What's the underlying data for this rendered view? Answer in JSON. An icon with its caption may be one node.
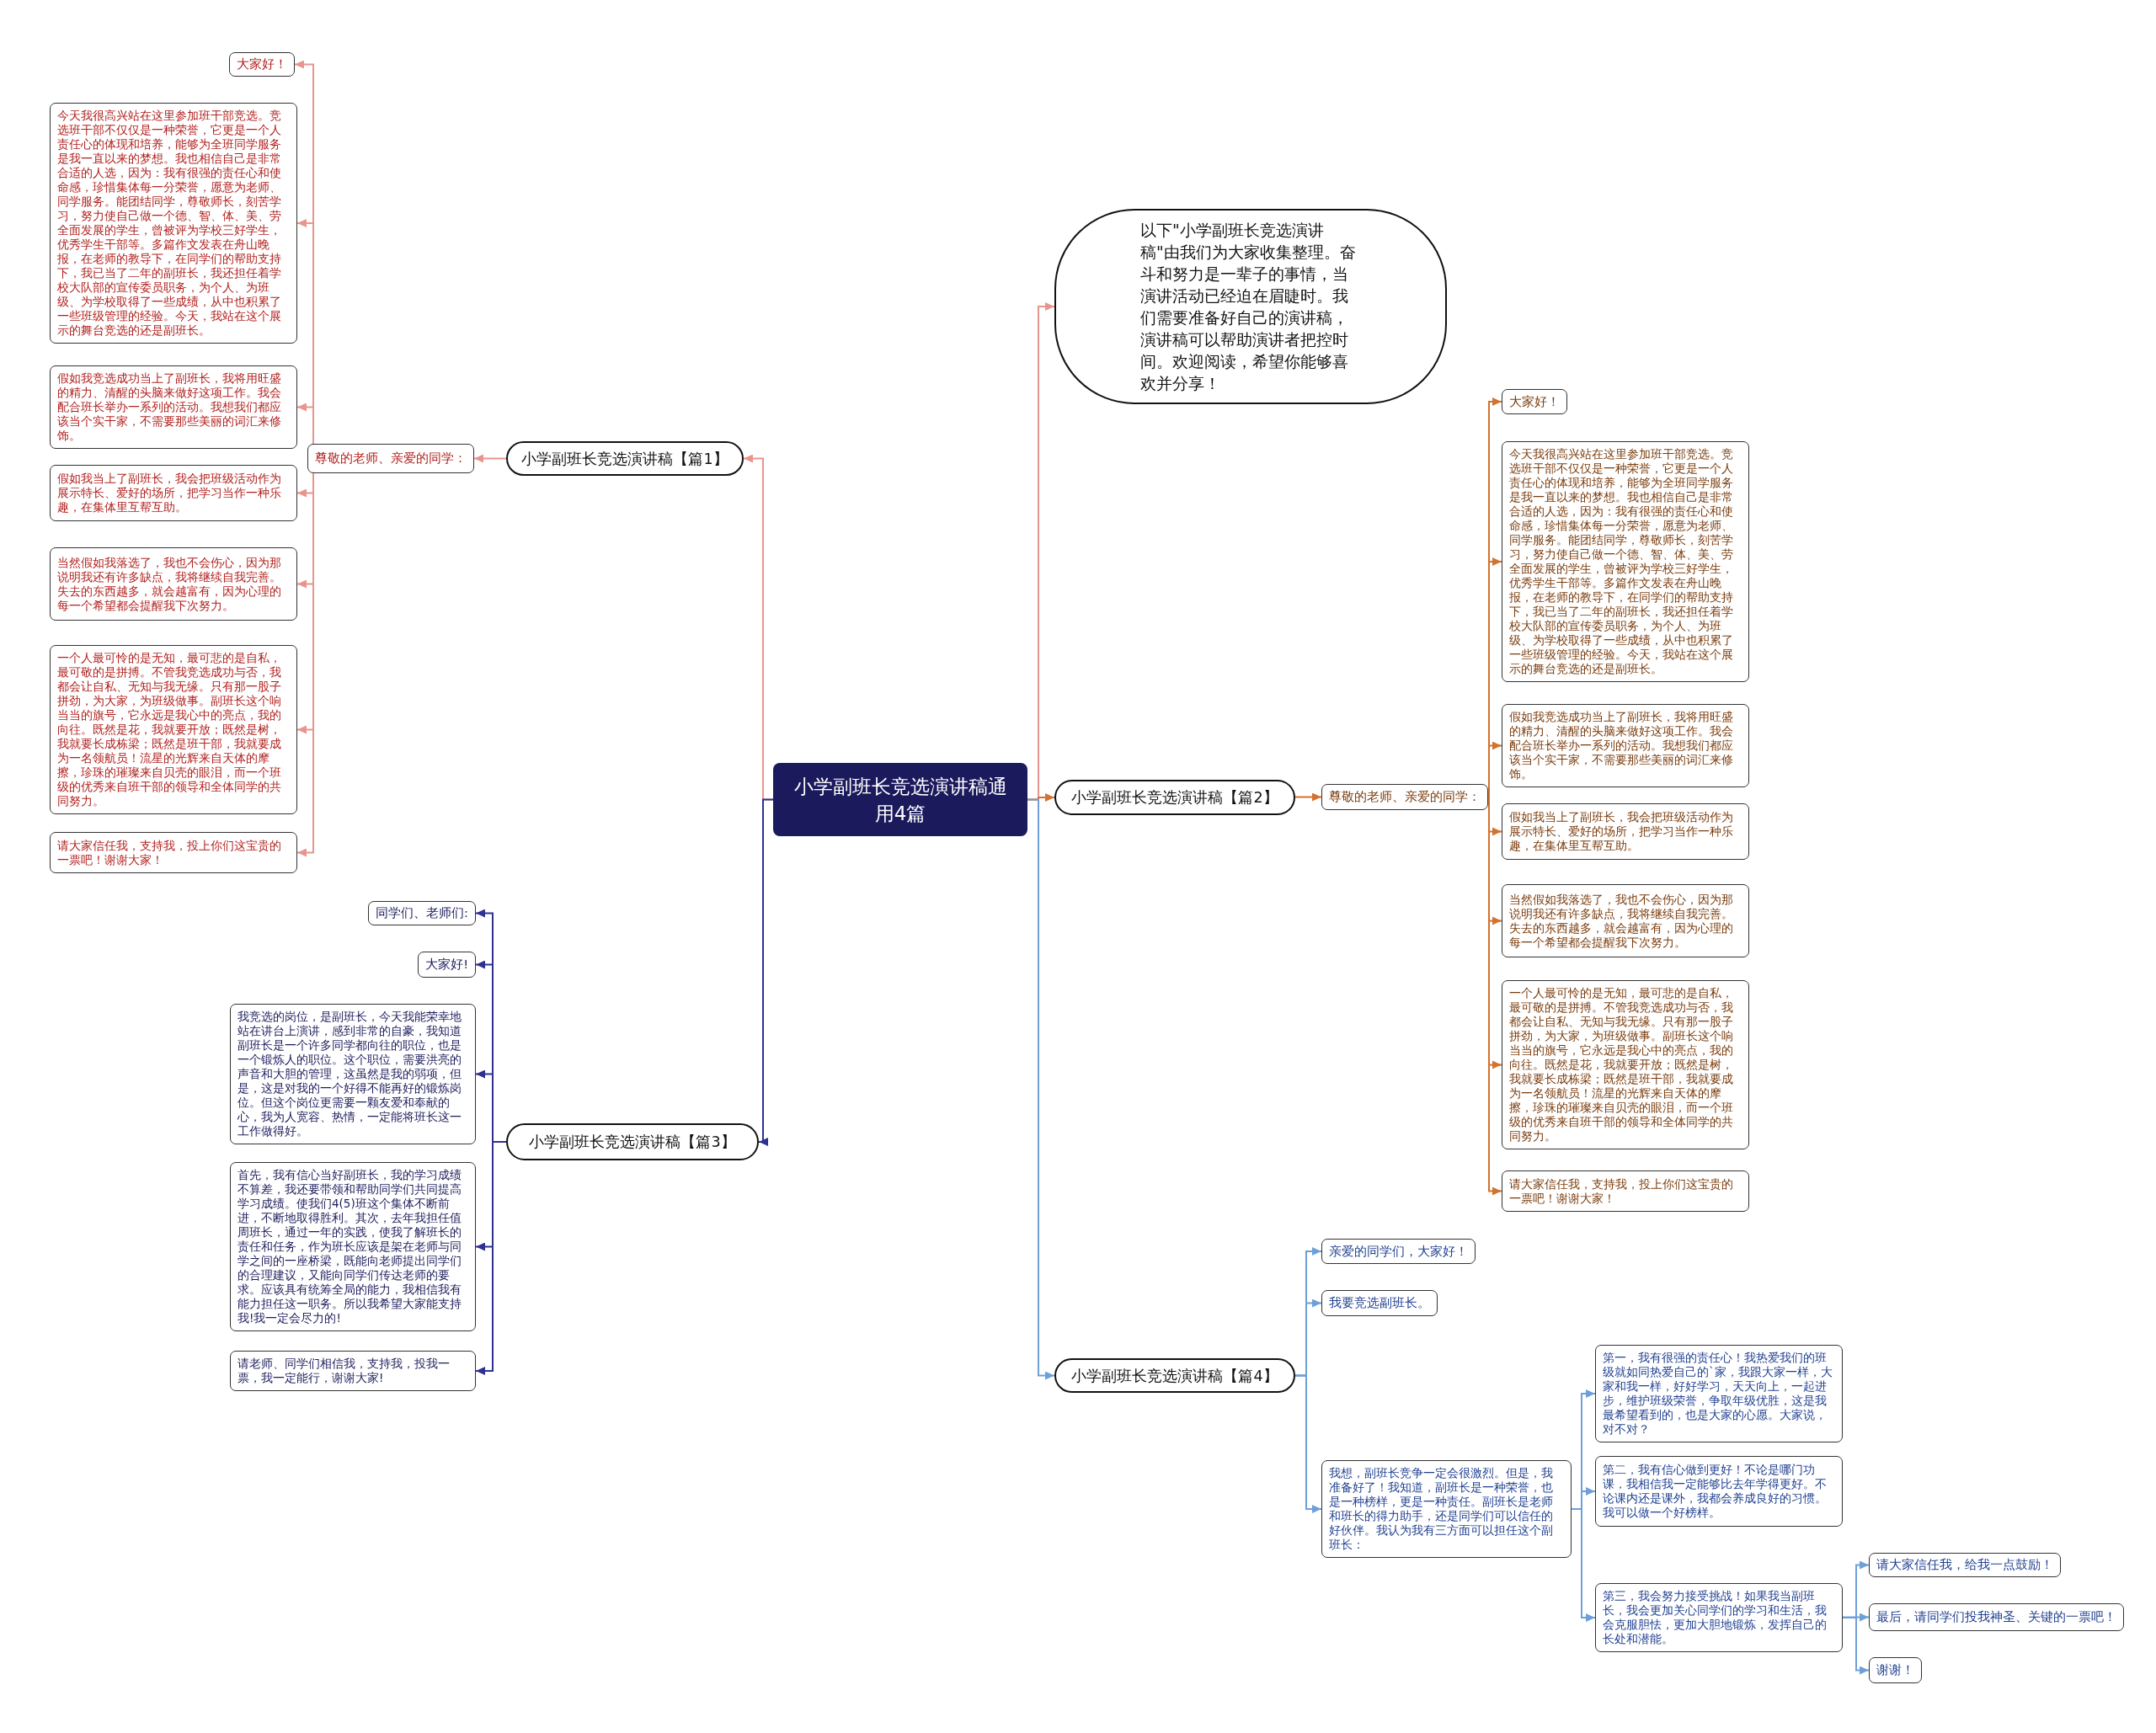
{
  "diagram": {
    "nodes": [
      {
        "text": [
          "小学副班长竞选演讲稿通用4篇"
        ]
      },
      {
        "text": [
          "以下\"小学副班长竞选演讲稿\"由我们为大家收集整理。奋斗和努力是一辈子的事情，当演讲活动已经迫在眉睫时。我们需要准备好自己的演讲稿，演讲稿可以帮助演讲者把控时间。欢迎阅读，希望你能够喜欢并分享！"
        ]
      },
      {
        "text": [
          "小学副班长竞选演讲稿【篇1】"
        ]
      },
      {
        "text": [
          "尊敬的老师、亲爱的同学："
        ]
      },
      {
        "text": [
          "大家好！"
        ]
      },
      {
        "text": [
          "今天我很高兴站在这里参加班干部竞选。竞选班干部不仅仅是一种荣誉，它更是一个人责任心的体现和培养，能够为全班同学服务是我一直以来的梦想。我也相信自己是非常合适的人选，因为：我有很强的责任心和使命感，珍惜集体每一分荣誉，愿意为老师、同学服务。能团结同学，尊敬师长，刻苦学习，努力使自己做一个德、智、体、美、劳全面发展的学生，曾被评为学校三好学生，优秀学生干部等。多篇作文发表在舟山晚报，在老师的教导下，在同学们的帮助支持下，我已当了二年的副班长，我还担任着学校大队部的宣传委员职务，为个人、为班级、为学校取得了一些成绩，从中也积累了一些班级管理的经验。今天，我站在这个展示的舞台竞选的还是副班长。"
        ]
      },
      {
        "text": [
          "假如我竞选成功当上了副班长，我将用旺盛的精力、清醒的头脑来做好这项工作。我会配合班长举办一系列的活动。我想我们都应该当个实干家，不需要那些美丽的词汇来修饰。"
        ]
      },
      {
        "text": [
          "假如我当上了副班长，我会把班级活动作为展示特长、爱好的场所，把学习当作一种乐趣，在集体里互帮互助。"
        ]
      },
      {
        "text": [
          "当然假如我落选了，我也不会伤心，因为那说明我还有许多缺点，我将继续自我完善。失去的东西越多，就会越富有，因为心理的每一个希望都会提醒我下次努力。"
        ]
      },
      {
        "text": [
          "一个人最可怜的是无知，最可悲的是自私，最可敬的是拼搏。不管我竞选成功与否，我都会让自私、无知与我无缘。只有那一股子拼劲，为大家，为班级做事。副班长这个响当当的旗号，它永远是我心中的亮点，我的向往。既然是花，我就要开放；既然是树，我就要长成栋梁；既然是班干部，我就要成为一名领航员！流星的光辉来自天体的摩擦，珍珠的璀璨来自贝壳的眼泪，而一个班级的优秀来自班干部的领导和全体同学的共同努力。"
        ]
      },
      {
        "text": [
          "请大家信任我，支持我，投上你们这宝贵的一票吧！谢谢大家！"
        ]
      },
      {
        "text": [
          "小学副班长竞选演讲稿【篇3】"
        ]
      },
      {
        "text": [
          "同学们、老师们:"
        ]
      },
      {
        "text": [
          "大家好!"
        ]
      },
      {
        "text": [
          "我竞选的岗位，是副班长，今天我能荣幸地站在讲台上演讲，感到非常的自豪，我知道副班长是一个许多同学都向往的职位，也是一个锻炼人的职位。这个职位，需要洪亮的声音和大胆的管理，这虽然是我的弱项，但是，这是对我的一个好得不能再好的锻炼岗位。但这个岗位更需要一颗友爱和奉献的心，我为人宽容、热情，一定能将班长这一工作做得好。"
        ]
      },
      {
        "text": [
          "首先，我有信心当好副班长，我的学习成绩不算差，我还要带领和帮助同学们共同提高学习成绩。使我们4(5)班这个集体不断前进，不断地取得胜利。其次，去年我担任值周班长，通过一年的实践，使我了解班长的责任和任务，作为班长应该是架在老师与同学之间的一座桥梁，既能向老师提出同学们的合理建议，又能向同学们传达老师的要求。应该具有统筹全局的能力，我相信我有能力担任这一职务。所以我希望大家能支持我!我一定会尽力的!"
        ]
      },
      {
        "text": [
          "请老师、同学们相信我，支持我，投我一票，我一定能行，谢谢大家!"
        ]
      },
      {
        "text": [
          "小学副班长竞选演讲稿【篇2】"
        ]
      },
      {
        "text": [
          "尊敬的老师、亲爱的同学："
        ]
      },
      {
        "text": [
          "大家好！"
        ]
      },
      {
        "text": [
          "今天我很高兴站在这里参加班干部竞选。竞选班干部不仅仅是一种荣誉，它更是一个人责任心的体现和培养，能够为全班同学服务是我一直以来的梦想。我也相信自己是非常合适的人选，因为：我有很强的责任心和使命感，珍惜集体每一分荣誉，愿意为老师、同学服务。能团结同学，尊敬师长，刻苦学习，努力使自己做一个德、智、体、美、劳全面发展的学生，曾被评为学校三好学生，优秀学生干部等。多篇作文发表在舟山晚报，在老师的教导下，在同学们的帮助支持下，我已当了二年的副班长，我还担任着学校大队部的宣传委员职务，为个人、为班级、为学校取得了一些成绩，从中也积累了一些班级管理的经验。今天，我站在这个展示的舞台竞选的还是副班长。"
        ]
      },
      {
        "text": [
          "假如我竞选成功当上了副班长，我将用旺盛的精力、清醒的头脑来做好这项工作。我会配合班长举办一系列的活动。我想我们都应该当个实干家，不需要那些美丽的词汇来修饰。"
        ]
      },
      {
        "text": [
          "假如我当上了副班长，我会把班级活动作为展示特长、爱好的场所，把学习当作一种乐趣，在集体里互帮互助。"
        ]
      },
      {
        "text": [
          "当然假如我落选了，我也不会伤心，因为那说明我还有许多缺点，我将继续自我完善。失去的东西越多，就会越富有，因为心理的每一个希望都会提醒我下次努力。"
        ]
      },
      {
        "text": [
          "一个人最可怜的是无知，最可悲的是自私，最可敬的是拼搏。不管我竞选成功与否，我都会让自私、无知与我无缘。只有那一股子拼劲，为大家，为班级做事。副班长这个响当当的旗号，它永远是我心中的亮点，我的向往。既然是花，我就要开放；既然是树，我就要长成栋梁；既然是班干部，我就要成为一名领航员！流星的光辉来自天体的摩擦，珍珠的璀璨来自贝壳的眼泪，而一个班级的优秀来自班干部的领导和全体同学的共同努力。"
        ]
      },
      {
        "text": [
          "请大家信任我，支持我，投上你们这宝贵的一票吧！谢谢大家！"
        ]
      },
      {
        "text": [
          "小学副班长竞选演讲稿【篇4】"
        ]
      },
      {
        "text": [
          "亲爱的同学们，大家好！"
        ]
      },
      {
        "text": [
          "我要竞选副班长。"
        ]
      },
      {
        "text": [
          "我想，副班长竞争一定会很激烈。但是，我准备好了！我知道，副班长是一种荣誉，也是一种榜样，更是一种责任。副班长是老师和班长的得力助手，还是同学们可以信任的好伙伴。我认为我有三方面可以担任这个副班长："
        ]
      },
      {
        "text": [
          "第一，我有很强的责任心！我热爱我们的班级就如同热爱自己的`家，我跟大家一样，大家和我一样，好好学习，天天向上，一起进步，维护班级荣誉，争取年级优胜，这是我最希望看到的，也是大家的心愿。大家说，对不对？"
        ]
      },
      {
        "text": [
          "第二，我有信心做到更好！不论是哪门功课，我相信我一定能够比去年学得更好。不论课内还是课外，我都会养成良好的习惯。我可以做一个好榜样。"
        ]
      },
      {
        "text": [
          "第三，我会努力接受挑战！如果我当副班长，我会更加关心同学们的学习和生活，我会克服胆怯，更加大胆地锻炼，发挥自己的长处和潜能。"
        ]
      },
      {
        "text": [
          "请大家信任我，给我一点鼓励！"
        ]
      },
      {
        "text": [
          "最后，请同学们投我神圣、关键的一票吧！"
        ]
      },
      {
        "text": [
          "谢谢！"
        ]
      }
    ],
    "edges": [
      {
        "from": 0,
        "to": 1,
        "arrow": "to",
        "color": "#e8958f"
      },
      {
        "from": 0,
        "to": 2,
        "arrow": "to",
        "color": "#e8958f"
      },
      {
        "from": 2,
        "to": 3,
        "arrow": "to",
        "color": "#e8958f"
      },
      {
        "from": 3,
        "to": 4,
        "arrow": "to",
        "color": "#e8958f"
      },
      {
        "from": 3,
        "to": 5,
        "arrow": "to",
        "color": "#e8958f"
      },
      {
        "from": 3,
        "to": 6,
        "arrow": "to",
        "color": "#e8958f"
      },
      {
        "from": 3,
        "to": 7,
        "arrow": "to",
        "color": "#e8958f"
      },
      {
        "from": 3,
        "to": 8,
        "arrow": "to",
        "color": "#e8958f"
      },
      {
        "from": 3,
        "to": 9,
        "arrow": "to",
        "color": "#e8958f"
      },
      {
        "from": 3,
        "to": 10,
        "arrow": "to",
        "color": "#e8958f"
      },
      {
        "from": 0,
        "to": 11,
        "arrow": "to",
        "color": "#2e3192"
      },
      {
        "from": 11,
        "to": 12,
        "arrow": "to",
        "color": "#2e3192"
      },
      {
        "from": 11,
        "to": 13,
        "arrow": "to",
        "color": "#2e3192"
      },
      {
        "from": 11,
        "to": 14,
        "arrow": "to",
        "color": "#2e3192"
      },
      {
        "from": 11,
        "to": 15,
        "arrow": "to",
        "color": "#2e3192"
      },
      {
        "from": 11,
        "to": 16,
        "arrow": "to",
        "color": "#2e3192"
      },
      {
        "from": 0,
        "to": 17,
        "arrow": "to",
        "color": "#d2732f"
      },
      {
        "from": 17,
        "to": 18,
        "arrow": "to",
        "color": "#d2732f"
      },
      {
        "from": 18,
        "to": 19,
        "arrow": "to",
        "color": "#d2732f"
      },
      {
        "from": 18,
        "to": 20,
        "arrow": "to",
        "color": "#d2732f"
      },
      {
        "from": 18,
        "to": 21,
        "arrow": "to",
        "color": "#d2732f"
      },
      {
        "from": 18,
        "to": 22,
        "arrow": "to",
        "color": "#d2732f"
      },
      {
        "from": 18,
        "to": 23,
        "arrow": "to",
        "color": "#d2732f"
      },
      {
        "from": 18,
        "to": 24,
        "arrow": "to",
        "color": "#d2732f"
      },
      {
        "from": 18,
        "to": 25,
        "arrow": "to",
        "color": "#d2732f"
      },
      {
        "from": 0,
        "to": 26,
        "arrow": "to",
        "color": "#6f9fd8"
      },
      {
        "from": 26,
        "to": 27,
        "arrow": "to",
        "color": "#6f9fd8"
      },
      {
        "from": 26,
        "to": 28,
        "arrow": "to",
        "color": "#6f9fd8"
      },
      {
        "from": 26,
        "to": 29,
        "arrow": "to",
        "color": "#6f9fd8"
      },
      {
        "from": 29,
        "to": 30,
        "arrow": "to",
        "color": "#6f9fd8"
      },
      {
        "from": 29,
        "to": 31,
        "arrow": "to",
        "color": "#6f9fd8"
      },
      {
        "from": 29,
        "to": 32,
        "arrow": "to",
        "color": "#6f9fd8"
      },
      {
        "from": 32,
        "to": 33,
        "arrow": "to",
        "color": "#6f9fd8"
      },
      {
        "from": 32,
        "to": 34,
        "arrow": "to",
        "color": "#6f9fd8"
      },
      {
        "from": 32,
        "to": 35,
        "arrow": "to",
        "color": "#6f9fd8"
      }
    ]
  }
}
